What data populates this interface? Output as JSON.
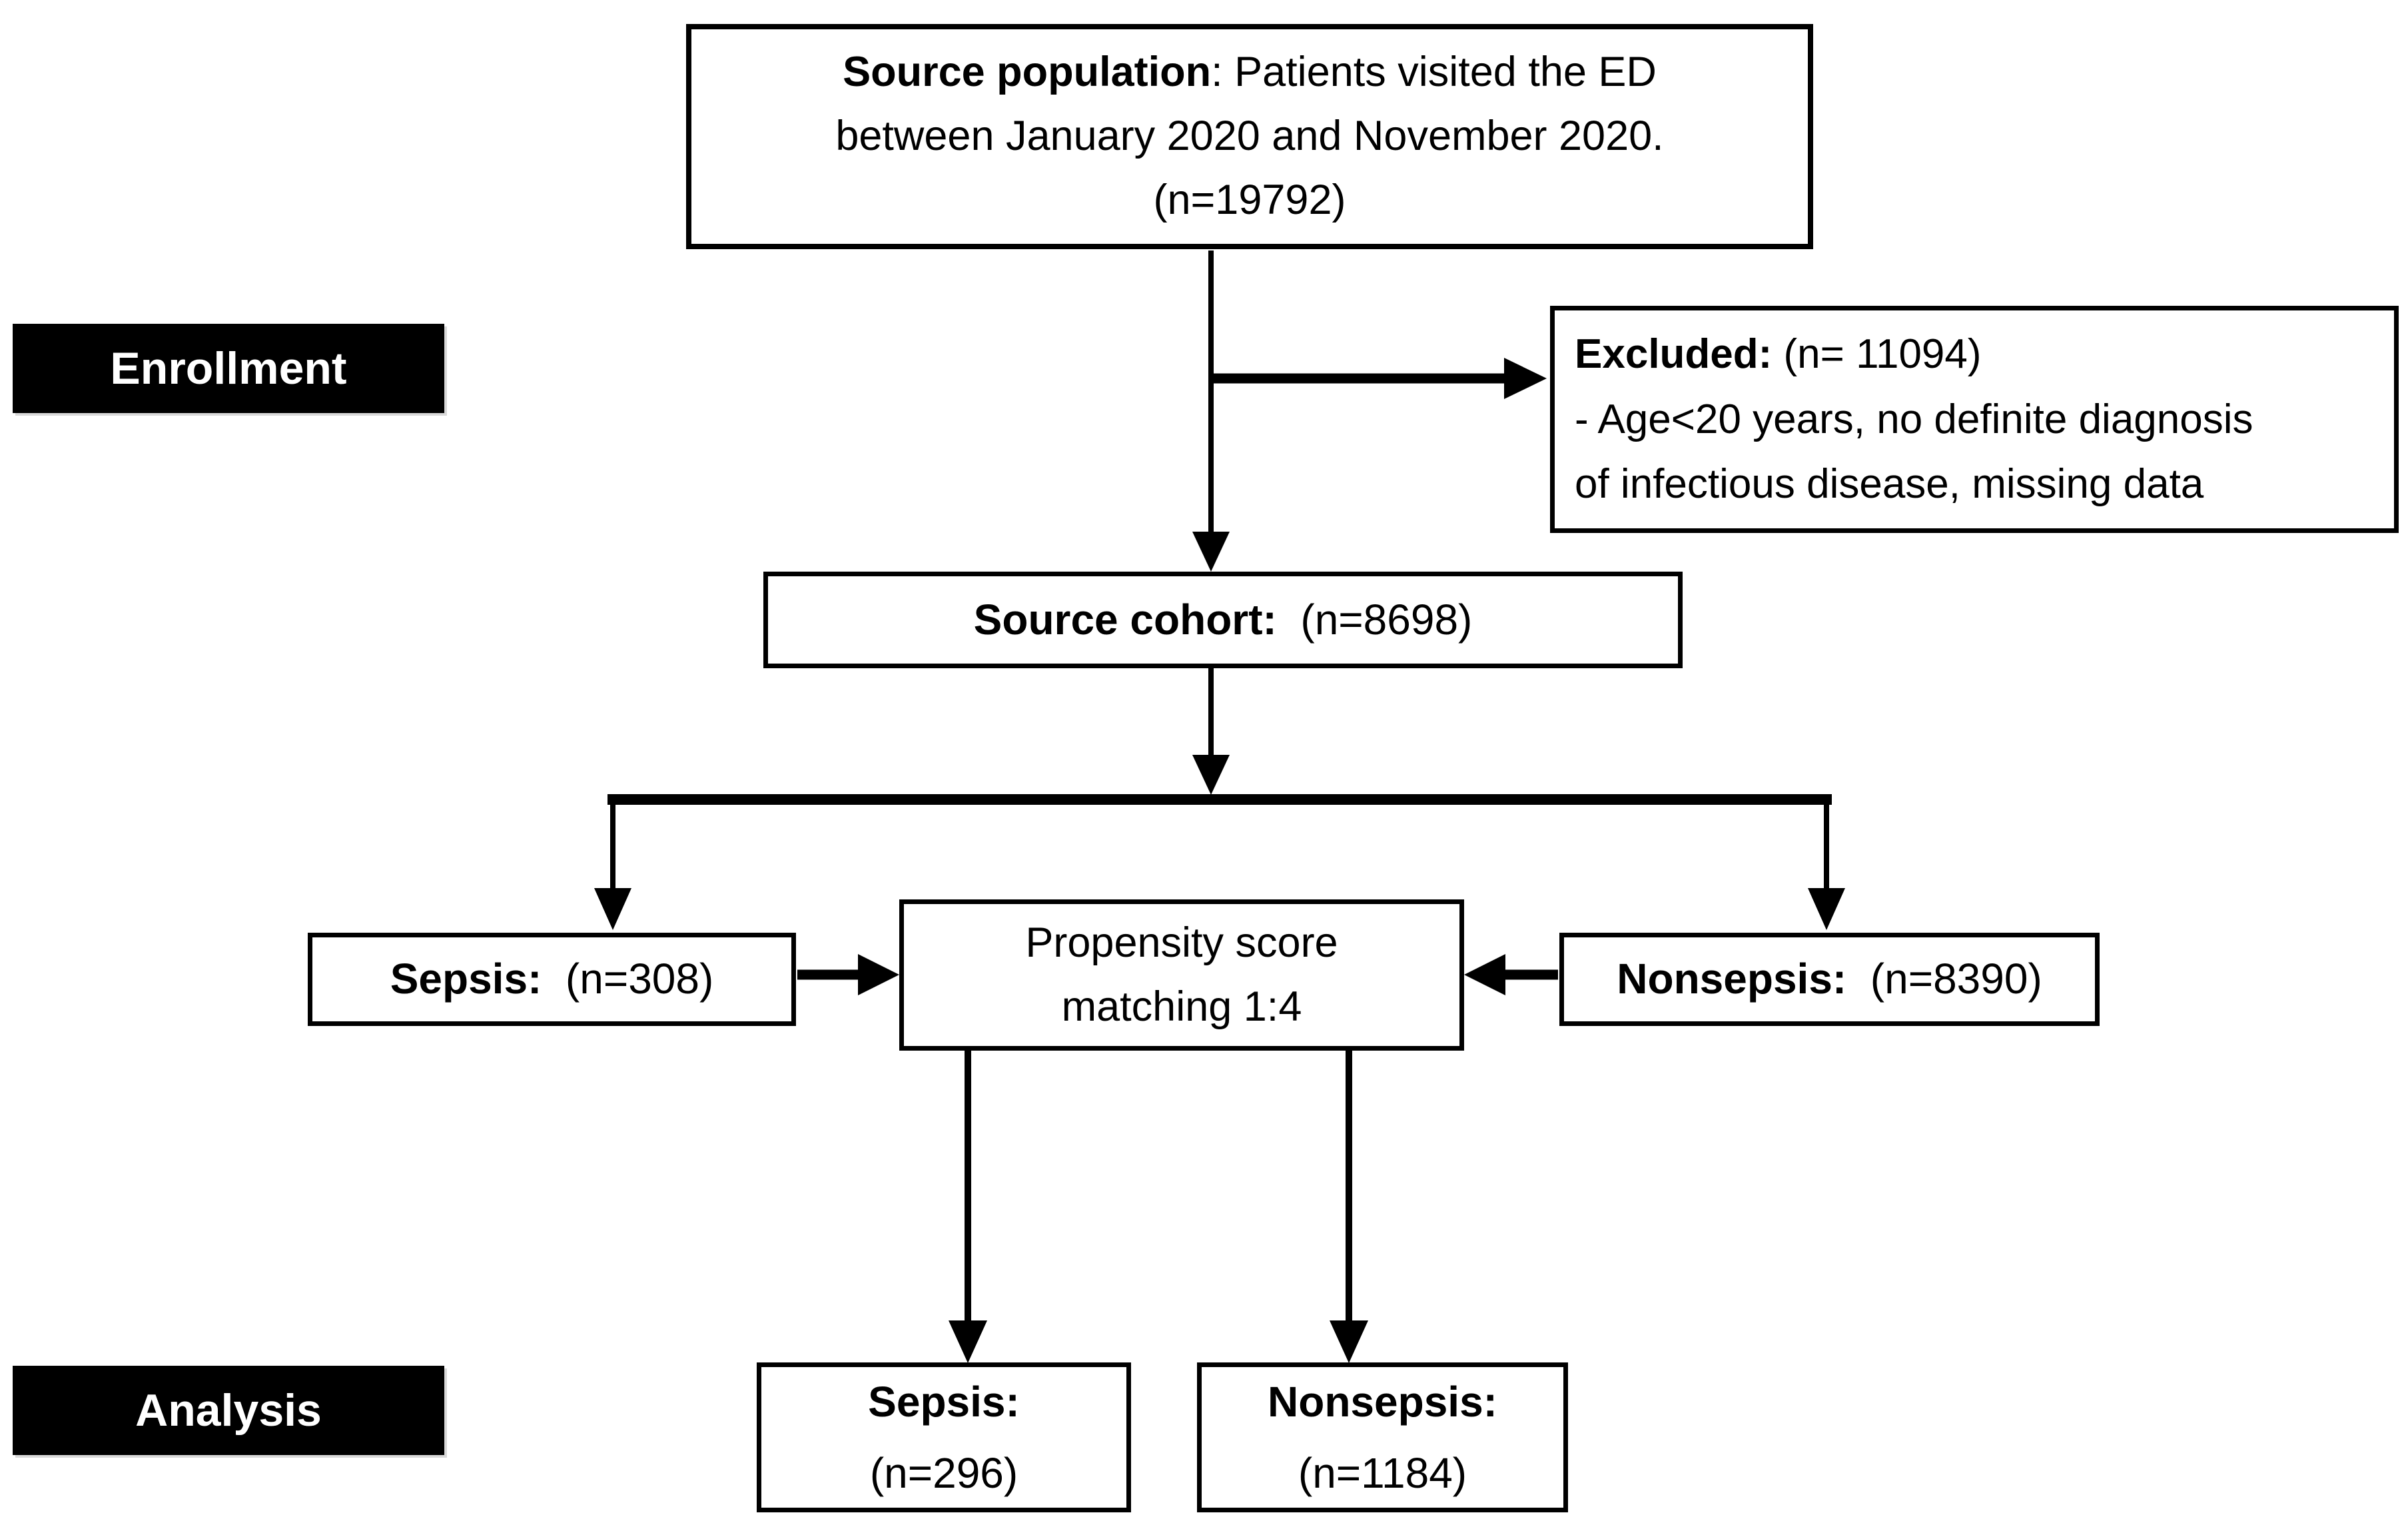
{
  "stages": {
    "enrollment": "Enrollment",
    "analysis": "Analysis"
  },
  "boxes": {
    "source_population": {
      "label_bold": "Source population",
      "label_rest": ": Patients visited the ED",
      "line2": "between January 2020 and November 2020.",
      "count": "(n=19792)"
    },
    "excluded": {
      "label_bold": "Excluded:",
      "count": " (n= 11094)",
      "reason_line1": "- Age<20 years, no definite diagnosis",
      "reason_line2": "of infectious disease, missing data"
    },
    "source_cohort": {
      "label_bold": "Source cohort:",
      "count": "  (n=8698)"
    },
    "sepsis_matched_input": {
      "label_bold": "Sepsis:",
      "count": "  (n=308)"
    },
    "propensity": {
      "line1": "Propensity score",
      "line2": "matching 1:4"
    },
    "nonsepsis_matched_input": {
      "label_bold": "Nonsepsis:",
      "count": "  (n=8390)"
    },
    "sepsis_final": {
      "label_bold": "Sepsis:",
      "count": "(n=296)"
    },
    "nonsepsis_final": {
      "label_bold": "Nonsepsis:",
      "count": "(n=1184)"
    }
  },
  "colors": {
    "background": "#ffffff",
    "box_border": "#000000",
    "arrow": "#000000",
    "stage_bg": "#000000",
    "stage_text": "#ffffff",
    "text": "#000000"
  }
}
